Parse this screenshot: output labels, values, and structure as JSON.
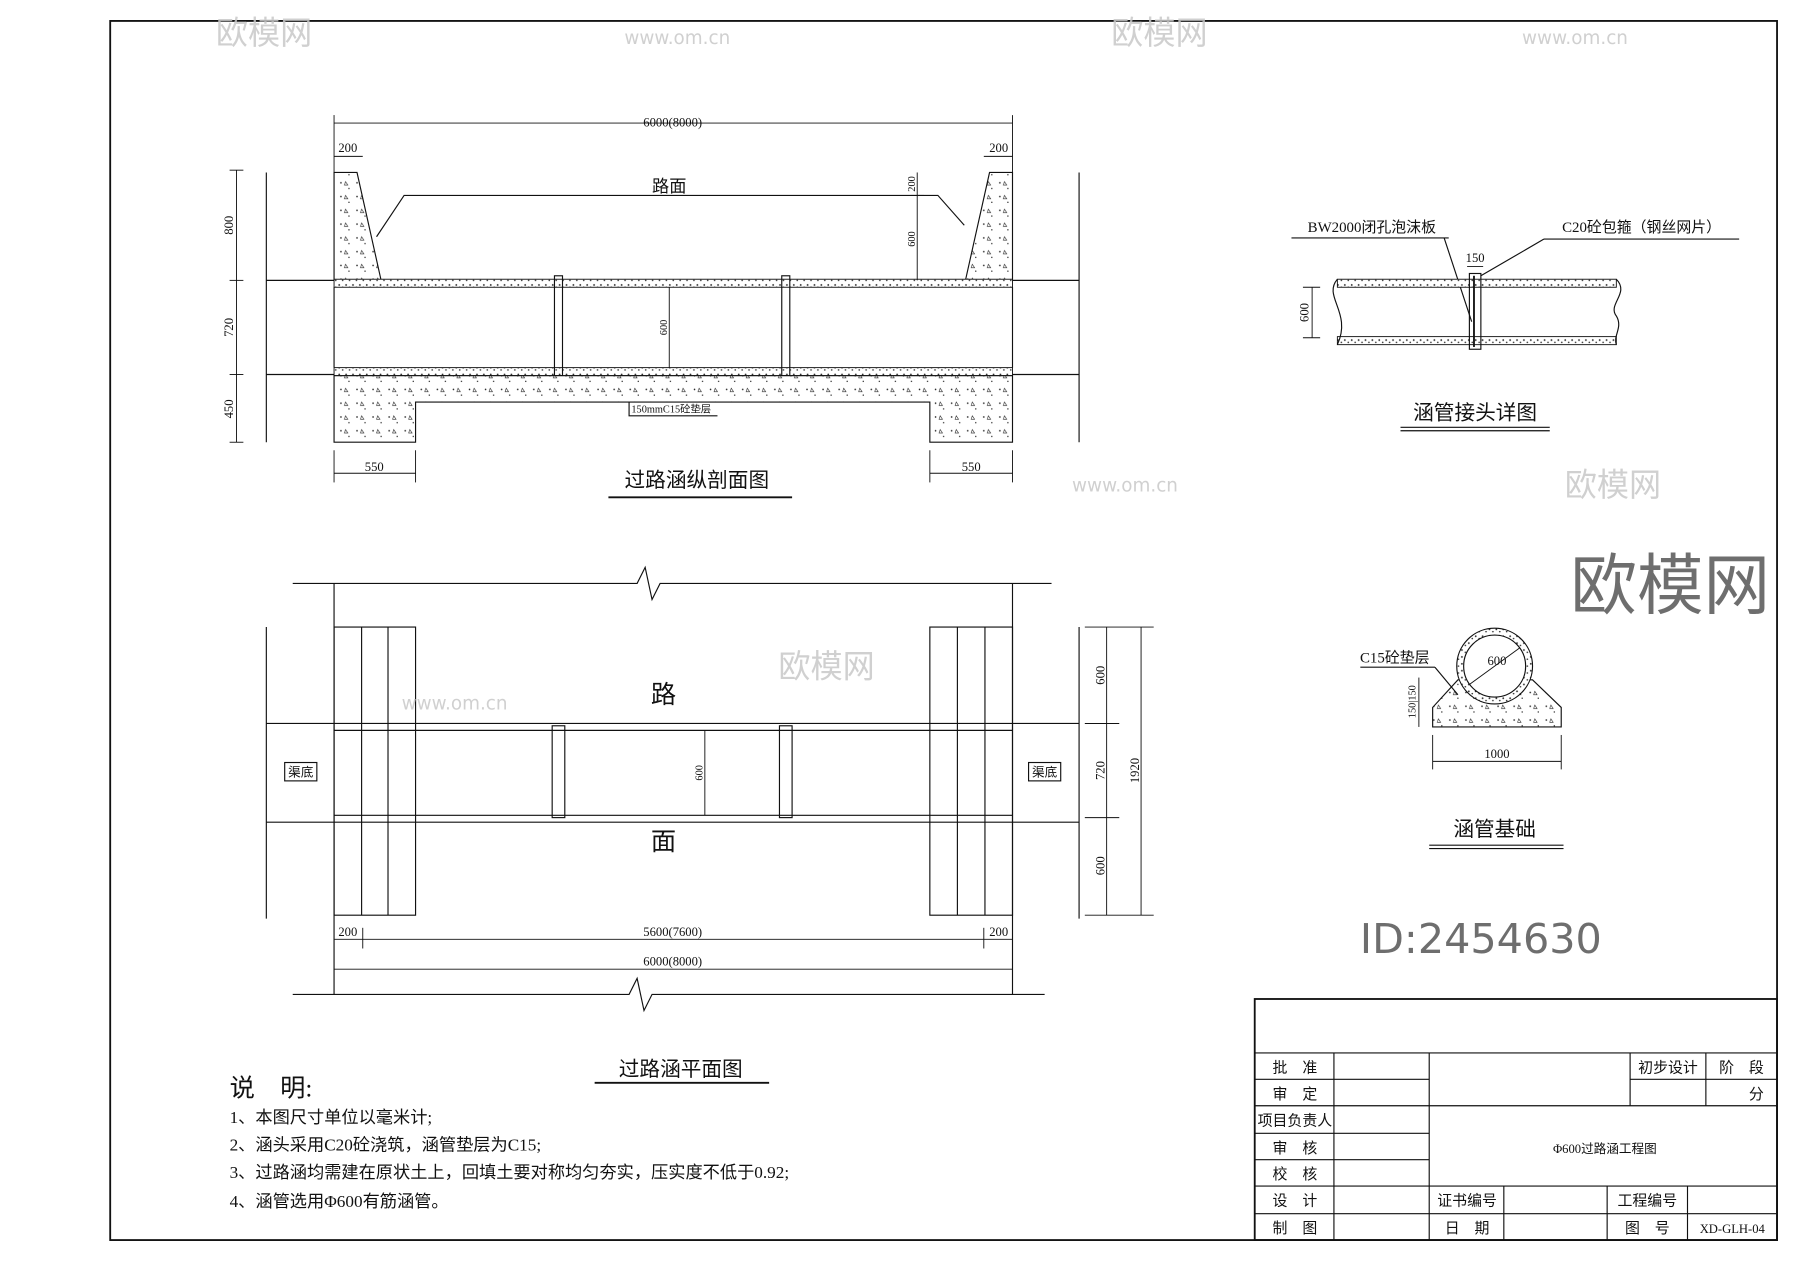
{
  "section": {
    "title": "过路涵纵剖面图",
    "road_label": "路面",
    "dim_total": "6000(8000)",
    "dim_wall_left": "200",
    "dim_wall_right": "200",
    "dim_h1": "800",
    "dim_h2": "720",
    "dim_h3": "450",
    "dim_pipe": "600",
    "dim_right_top": "200",
    "dim_right_mid": "600",
    "dim_foot_left": "550",
    "dim_foot_right": "550",
    "bedding_label": "150mmC15砼垫层"
  },
  "plan": {
    "title": "过路涵平面图",
    "road_char_1": "路",
    "road_char_2": "面",
    "channel_left": "渠底",
    "channel_right": "渠底",
    "dim_pipe": "600",
    "dim_r1": "600",
    "dim_r2": "720",
    "dim_r3": "600",
    "dim_total_h": "1920",
    "dim_b_left": "200",
    "dim_b_mid": "5600(7600)",
    "dim_b_right": "200",
    "dim_total": "6000(8000)"
  },
  "joint_detail": {
    "title": "涵管接头详图",
    "label_foam": "BW2000闭孔泡沫板",
    "label_collar": "C20砼包箍（钢丝网片）",
    "dim_collar": "150",
    "dim_dia": "600"
  },
  "pipe_base": {
    "title": "涵管基础",
    "label_bedding": "C15砼垫层",
    "dim_dia": "600",
    "dim_h": "150|150",
    "dim_width": "1000"
  },
  "notes": {
    "heading": "说　明:",
    "items": [
      "1、本图尺寸单位以毫米计;",
      "2、涵头采用C20砼浇筑，涵管垫层为C15;",
      "3、过路涵均需建在原状土上，回填土要对称均匀夯实，压实度不低于0.92;",
      "4、涵管选用Φ600有筋涵管。"
    ]
  },
  "title_block": {
    "rows_left": [
      "批　准",
      "审　定",
      "项目负责人",
      "审　核",
      "校　核",
      "设　计",
      "制　图"
    ],
    "stage_value": "初步设计",
    "stage_label": "阶　段",
    "part_label": "分",
    "drawing_title": "Φ600过路涵工程图",
    "cert_label": "证书编号",
    "project_no_label": "工程编号",
    "date_label": "日　期",
    "drawing_no_label": "图　号",
    "drawing_no": "XD-GLH-04"
  },
  "watermark": {
    "logo": "欧模网",
    "id": "ID:2454630",
    "url": "www.om.cn"
  }
}
